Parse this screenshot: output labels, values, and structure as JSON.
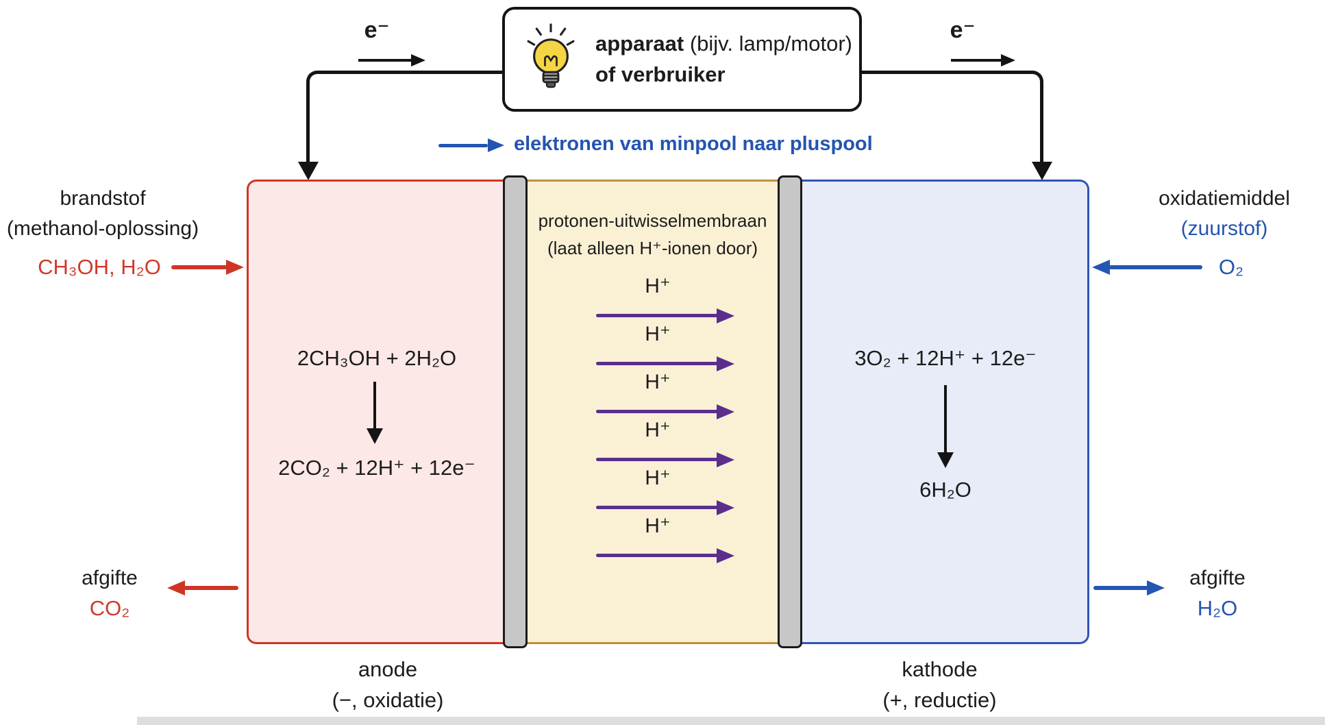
{
  "device": {
    "name_bold": "apparaat",
    "name_note": " (bijv. lamp/motor)",
    "line2": "of verbruiker"
  },
  "circuit": {
    "e_left": "e⁻",
    "e_right": "e⁻",
    "flow_note": "elektronen van minpool naar pluspool"
  },
  "fuel": {
    "line1": "brandstof",
    "line2": "(methanol-oplossing)",
    "formula": "CH₃OH, H₂O"
  },
  "oxidant": {
    "line1": "oxidatiemiddel",
    "line2": "(zuurstof)",
    "formula": "O₂"
  },
  "anode": {
    "reactants": "2CH₃OH + 2H₂O",
    "products": "2CO₂ + 12H⁺ + 12e⁻",
    "out_label": "afgifte",
    "out_formula": "CO₂",
    "label": "anode",
    "sublabel": "(−, oxidatie)"
  },
  "cathode": {
    "reactants": "3O₂ + 12H⁺ + 12e⁻",
    "products": "6H₂O",
    "out_label": "afgifte",
    "out_formula": "H₂O",
    "label": "kathode",
    "sublabel": "(+, reductie)"
  },
  "membrane": {
    "line1": "protonen-uitwisselmembraan",
    "line2": "(laat alleen H⁺-ionen door)",
    "protons": [
      "H⁺",
      "H⁺",
      "H⁺",
      "H⁺",
      "H⁺",
      "H⁺"
    ]
  },
  "colors": {
    "red": "#cf3527",
    "blue": "#2456b3",
    "purple": "#5b2d8e",
    "anode_bg": "#fbe8e7",
    "membrane_bg": "#faf1d5",
    "cathode_bg": "#e7ecf8",
    "electrode_gray": "#c7c7c7",
    "membrane_border": "#c0903a"
  }
}
